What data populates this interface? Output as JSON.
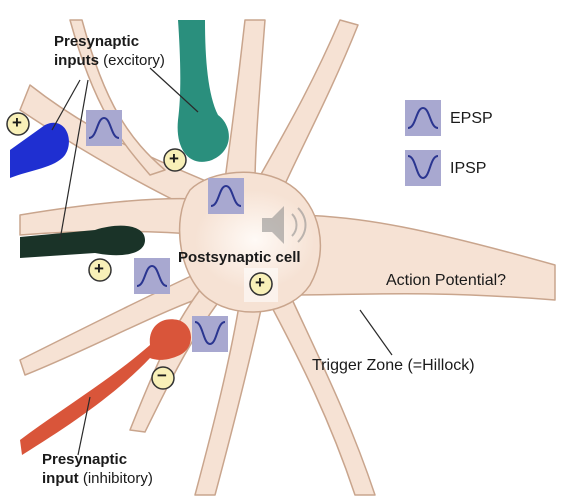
{
  "labels": {
    "presynaptic_excitatory_line1": "Presynaptic",
    "presynaptic_excitatory_line2": "inputs",
    "presynaptic_excitatory_paren": "(excitory)",
    "postsynaptic_cell": "Postsynaptic cell",
    "action_potential": "Action Potential?",
    "trigger_zone": "Trigger Zone (=Hillock)",
    "presynaptic_inhibitory_line1": "Presynaptic",
    "presynaptic_inhibitory_line2": "input",
    "presynaptic_inhibitory_paren": "(inhibitory)"
  },
  "legend": {
    "epsp": "EPSP",
    "ipsp": "IPSP"
  },
  "signs": {
    "plus": "+",
    "minus": "−"
  },
  "colors": {
    "cell_body": "#f6e2d4",
    "cell_outline": "#c9a58d",
    "excitatory_blue": "#1f2fd1",
    "excitatory_teal": "#2a8f7d",
    "excitatory_dark": "#1a3328",
    "inhibitory_orange": "#d9553a",
    "psp_box": "#a8a8d0",
    "psp_curve": "#2a3590",
    "sign_fill": "#f8f0b8"
  }
}
